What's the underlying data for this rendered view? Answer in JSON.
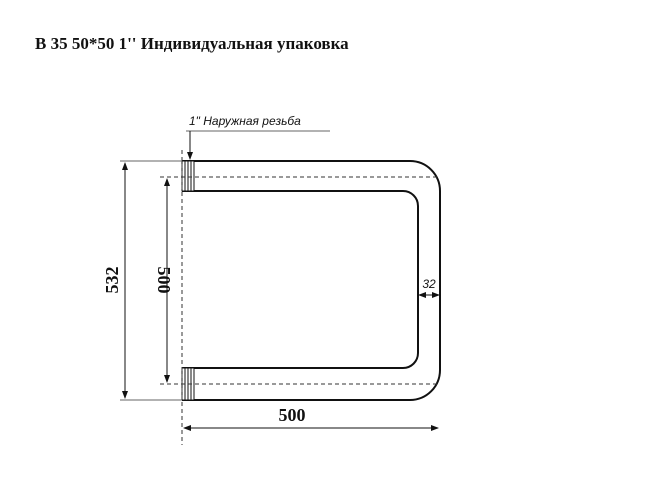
{
  "title": "B 35 50*50 1'' Индивидуальная упаковка",
  "drawing": {
    "thread_note": "1\" Наружная резьба",
    "dim_total_height": "532",
    "dim_center_distance": "500",
    "dim_length": "500",
    "dim_pipe_diameter": "32"
  }
}
